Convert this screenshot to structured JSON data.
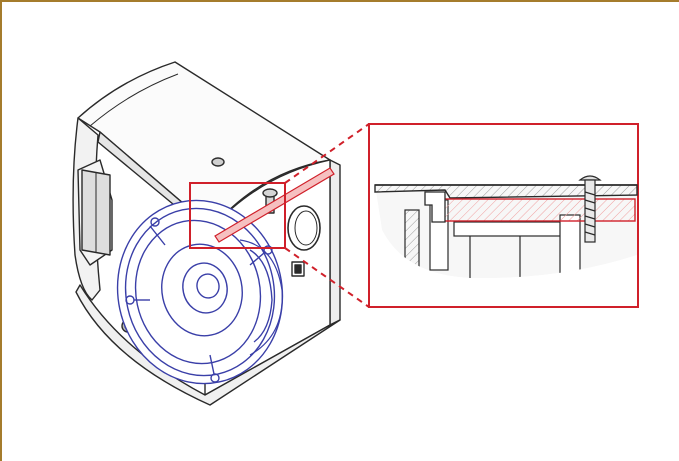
{
  "colors": {
    "frame_border": "#a57c2c",
    "highlight_red": "#d0202a",
    "woofer_blue": "#3a3fa8",
    "line_dark": "#2a2a2a",
    "panel_fill": "#fafafa",
    "hatch_fill": "#bfbfbf"
  },
  "diagram": {
    "subject": "speaker-cabinet-exploded-view",
    "parts": [
      "cabinet-top-panel",
      "side-panel",
      "woofer",
      "port-hole",
      "screw",
      "detail-callout"
    ]
  }
}
